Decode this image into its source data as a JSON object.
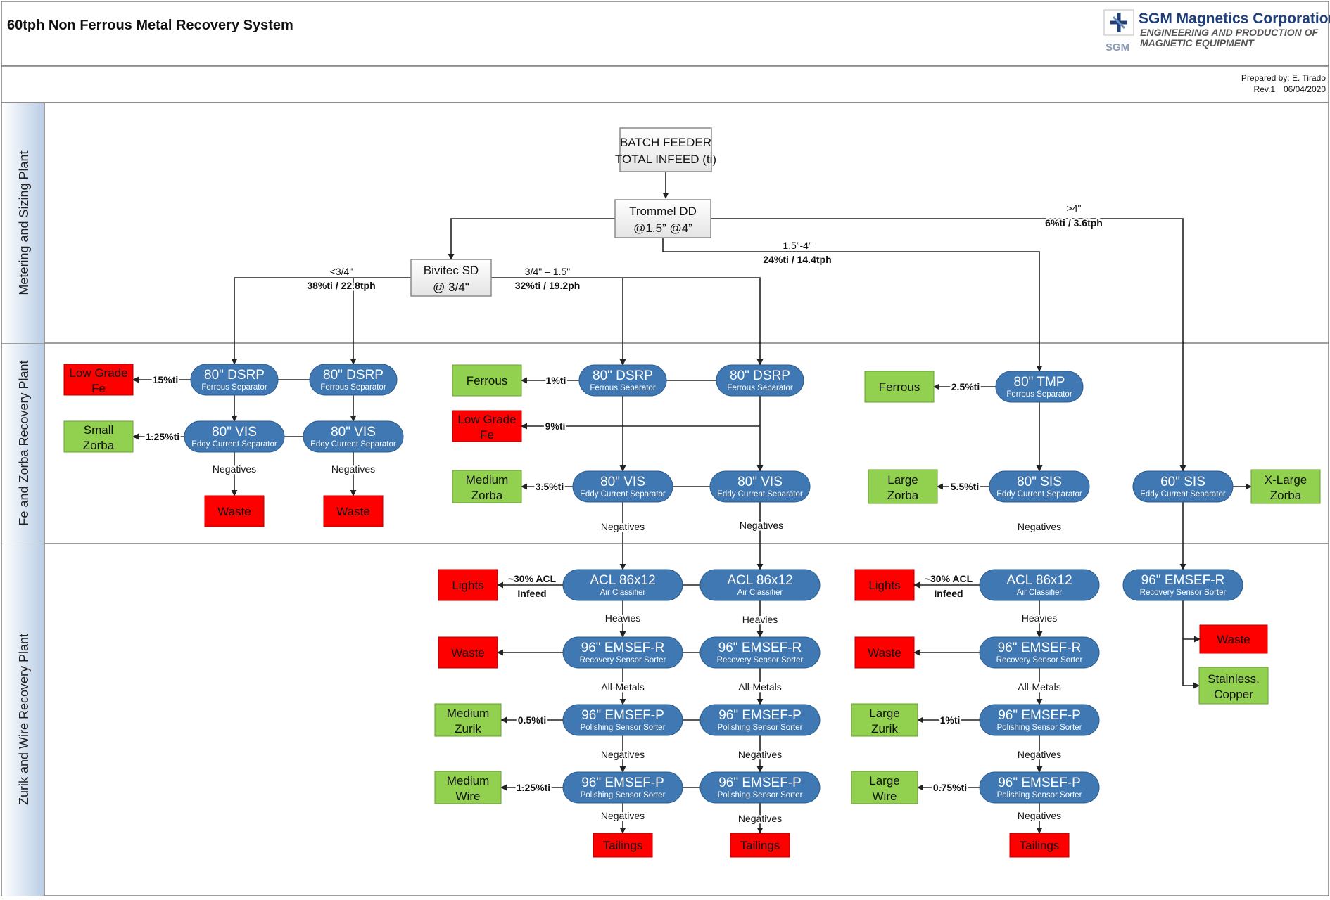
{
  "header": {
    "title": "60tph Non Ferrous Metal Recovery System",
    "company_name": "SGM Magnetics Corporation",
    "tagline_1": "ENGINEERING AND PRODUCTION OF",
    "tagline_2": "MAGNETIC EQUIPMENT",
    "logo_text": "SGM",
    "prepared_by": "Prepared by: E. Tirado",
    "rev": "Rev.1",
    "date": "06/04/2020"
  },
  "lanes": [
    {
      "label": "Metering and Sizing Plant"
    },
    {
      "label": "Fe and Zorba Recovery Plant"
    },
    {
      "label": "Zurik and Wire Recovery Plant"
    }
  ],
  "colors": {
    "node_blue": "#3f78b2",
    "output_green": "#92d050",
    "output_red": "#ff0000",
    "lane_band": "#dbe6f4",
    "border": "#7f7f7f"
  },
  "boxes": [
    {
      "line1": "BATCH FEEDER",
      "line2": "TOTAL INFEED (ti)"
    },
    {
      "line1": "Trommel DD",
      "line2": "@1.5” @4”"
    },
    {
      "line1": "Bivitec SD",
      "line2": "@ 3/4\""
    }
  ],
  "nodes": [
    {
      "main": "80\" DSRP",
      "sub": "Ferrous Separator"
    },
    {
      "main": "80\" DSRP",
      "sub": "Ferrous Separator"
    },
    {
      "main": "80\" VIS",
      "sub": "Eddy Current Separator"
    },
    {
      "main": "80\" VIS",
      "sub": "Eddy Current Separator"
    },
    {
      "main": "80\" DSRP",
      "sub": "Ferrous Separator"
    },
    {
      "main": "80\" DSRP",
      "sub": "Ferrous Separator"
    },
    {
      "main": "80\" VIS",
      "sub": "Eddy Current Separator"
    },
    {
      "main": "80\" VIS",
      "sub": "Eddy Current Separator"
    },
    {
      "main": "80\" TMP",
      "sub": "Ferrous Separator"
    },
    {
      "main": "80\" SIS",
      "sub": "Eddy Current Separator"
    },
    {
      "main": "60\" SIS",
      "sub": "Eddy Current Separator"
    },
    {
      "main": "ACL 86x12",
      "sub": "Air Classifier"
    },
    {
      "main": "ACL 86x12",
      "sub": "Air Classifier"
    },
    {
      "main": "96\" EMSEF-R",
      "sub": "Recovery Sensor Sorter"
    },
    {
      "main": "96\" EMSEF-R",
      "sub": "Recovery Sensor Sorter"
    },
    {
      "main": "96\" EMSEF-P",
      "sub": "Polishing Sensor Sorter"
    },
    {
      "main": "96\" EMSEF-P",
      "sub": "Polishing Sensor Sorter"
    },
    {
      "main": "96\" EMSEF-P",
      "sub": "Polishing Sensor Sorter"
    },
    {
      "main": "96\" EMSEF-P",
      "sub": "Polishing Sensor Sorter"
    },
    {
      "main": "ACL 86x12",
      "sub": "Air Classifier"
    },
    {
      "main": "96\" EMSEF-R",
      "sub": "Recovery Sensor Sorter"
    },
    {
      "main": "96\" EMSEF-P",
      "sub": "Polishing Sensor Sorter"
    },
    {
      "main": "96\" EMSEF-P",
      "sub": "Polishing Sensor Sorter"
    },
    {
      "main": "96\" EMSEF-R",
      "sub": "Recovery Sensor Sorter"
    }
  ],
  "outputs": [
    {
      "line1": "Low Grade",
      "line2": "Fe",
      "color": "red"
    },
    {
      "line1": "Small",
      "line2": "Zorba",
      "color": "green"
    },
    {
      "line1": "Waste",
      "line2": "",
      "color": "red"
    },
    {
      "line1": "Waste",
      "line2": "",
      "color": "red"
    },
    {
      "line1": "Ferrous",
      "line2": "",
      "color": "green"
    },
    {
      "line1": "Low Grade",
      "line2": "Fe",
      "color": "red"
    },
    {
      "line1": "Medium",
      "line2": "Zorba",
      "color": "green"
    },
    {
      "line1": "Ferrous",
      "line2": "",
      "color": "green"
    },
    {
      "line1": "Large",
      "line2": "Zorba",
      "color": "green"
    },
    {
      "line1": "X-Large",
      "line2": "Zorba",
      "color": "green"
    },
    {
      "line1": "Lights",
      "line2": "",
      "color": "red"
    },
    {
      "line1": "Waste",
      "line2": "",
      "color": "red"
    },
    {
      "line1": "Medium",
      "line2": "Zurik",
      "color": "green"
    },
    {
      "line1": "Medium",
      "line2": "Wire",
      "color": "green"
    },
    {
      "line1": "Tailings",
      "line2": "",
      "color": "red"
    },
    {
      "line1": "Tailings",
      "line2": "",
      "color": "red"
    },
    {
      "line1": "Lights",
      "line2": "",
      "color": "red"
    },
    {
      "line1": "Waste",
      "line2": "",
      "color": "red"
    },
    {
      "line1": "Large",
      "line2": "Zurik",
      "color": "green"
    },
    {
      "line1": "Large",
      "line2": "Wire",
      "color": "green"
    },
    {
      "line1": "Tailings",
      "line2": "",
      "color": "red"
    },
    {
      "line1": "Waste",
      "line2": "",
      "color": "red"
    },
    {
      "line1": "Stainless,",
      "line2": "Copper",
      "color": "green"
    }
  ],
  "labels": [
    {
      "text": "<3/4\"",
      "bold": false
    },
    {
      "text": "38%ti / 22.8tph",
      "bold": true
    },
    {
      "text": "3/4\" – 1.5\"",
      "bold": false
    },
    {
      "text": "32%ti / 19.2ph",
      "bold": true
    },
    {
      "text": "1.5”-4”",
      "bold": false
    },
    {
      "text": "24%ti / 14.4tph",
      "bold": true
    },
    {
      "text": ">4\"",
      "bold": false
    },
    {
      "text": "6%ti / 3.6tph",
      "bold": true
    },
    {
      "text": "15%ti",
      "bold": true
    },
    {
      "text": "1.25%ti",
      "bold": true
    },
    {
      "text": "Negatives",
      "bold": false
    },
    {
      "text": "Negatives",
      "bold": false
    },
    {
      "text": "1%ti",
      "bold": true
    },
    {
      "text": "9%ti",
      "bold": true
    },
    {
      "text": "3.5%ti",
      "bold": true
    },
    {
      "text": "Negatives",
      "bold": false
    },
    {
      "text": "Negatives",
      "bold": false
    },
    {
      "text": "2.5%ti",
      "bold": true
    },
    {
      "text": "5.5%ti",
      "bold": true
    },
    {
      "text": "Negatives",
      "bold": false
    },
    {
      "text": "~30% ACL",
      "bold": true
    },
    {
      "text": "Infeed",
      "bold": true
    },
    {
      "text": "Heavies",
      "bold": false
    },
    {
      "text": "Heavies",
      "bold": false
    },
    {
      "text": "All-Metals",
      "bold": false
    },
    {
      "text": "All-Metals",
      "bold": false
    },
    {
      "text": "0.5%ti",
      "bold": true
    },
    {
      "text": "Negatives",
      "bold": false
    },
    {
      "text": "Negatives",
      "bold": false
    },
    {
      "text": "1.25%ti",
      "bold": true
    },
    {
      "text": "Negatives",
      "bold": false
    },
    {
      "text": "Negatives",
      "bold": false
    },
    {
      "text": "~30% ACL",
      "bold": true
    },
    {
      "text": "Infeed",
      "bold": true
    },
    {
      "text": "Heavies",
      "bold": false
    },
    {
      "text": "All-Metals",
      "bold": false
    },
    {
      "text": "1%ti",
      "bold": true
    },
    {
      "text": "Negatives",
      "bold": false
    },
    {
      "text": "0.75%ti",
      "bold": true
    },
    {
      "text": "Negatives",
      "bold": false
    }
  ]
}
